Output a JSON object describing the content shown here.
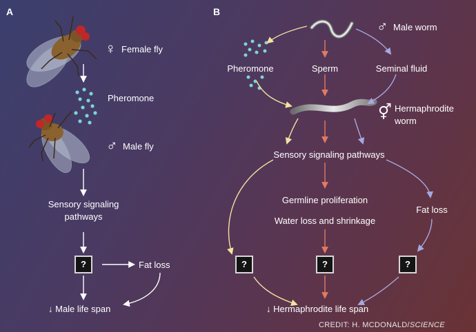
{
  "panel_a": {
    "letter": "A",
    "female_fly": "Female fly",
    "pheromone": "Pheromone",
    "male_fly": "Male fly",
    "sensory_line1": "Sensory signaling",
    "sensory_line2": "pathways",
    "question": "?",
    "fat_loss": "Fat loss",
    "life_span": "↓ Male life span"
  },
  "panel_b": {
    "letter": "B",
    "male_worm": "Male worm",
    "pheromone": "Pheromone",
    "sperm": "Sperm",
    "seminal_fluid": "Seminal fluid",
    "herm_line1": "Hermaphrodite",
    "herm_line2": "worm",
    "sensory": "Sensory signaling pathways",
    "germline": "Germline proliferation",
    "water_loss": "Water loss and shrinkage",
    "fat_loss": "Fat loss",
    "question": "?",
    "life_span": "↓ Hermaphrodite life span"
  },
  "symbols": {
    "female": "♀",
    "male": "♂",
    "hermaphrodite": "⚥"
  },
  "credit": {
    "prefix": "CREDIT: H. MCDONALD/",
    "source": "SCIENCE"
  },
  "colors": {
    "white": "#ffffff",
    "yellow": "#f1e3a0",
    "red": "#e27a62",
    "blue": "#a6a8e0",
    "dots": "#7fd3d8"
  }
}
